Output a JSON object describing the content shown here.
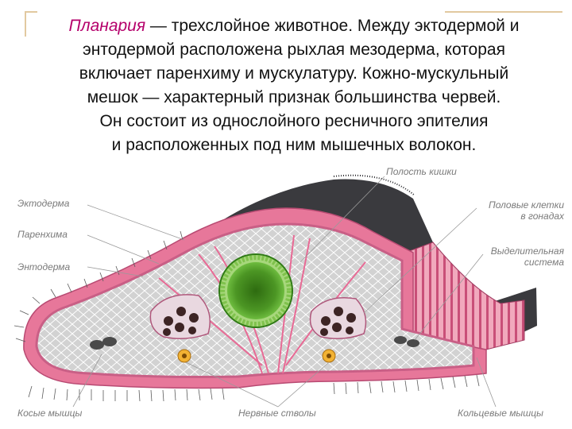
{
  "caption": {
    "term": "Планария",
    "line1_rest": " — трехслойное животное. Между эктодермой и",
    "line2": "энтодермой расположена рыхлая мезодерма, которая",
    "line3": "включает паренхиму и мускулатуру. Кожно-мускульный",
    "line4": "мешок — характерный признак большинства червей.",
    "line5": "Он состоит из однослойного ресничного эпителия",
    "line6": "и расположенных под ним мышечных волокон."
  },
  "labels": {
    "gut_cavity": "Полость кишки",
    "ectoderm": "Эктодерма",
    "parenchyma": "Паренхима",
    "endoderm": "Энтодерма",
    "sex_cells_1": "Половые клетки",
    "sex_cells_2": "в гонадах",
    "excretory_1": "Выделительная",
    "excretory_2": "система",
    "oblique_muscles": "Косые мышцы",
    "nerve_cords": "Нервные стволы",
    "ring_muscles": "Кольцевые мышцы"
  },
  "colors": {
    "caption_term": "#b5006b",
    "label_text": "#7a7a7a",
    "cilia_dark": "#3a3a3e",
    "epithelium_pink": "#e7779a",
    "parenchyma_fill": "#c9c9c9",
    "gut_green": "#5cae35"
  }
}
